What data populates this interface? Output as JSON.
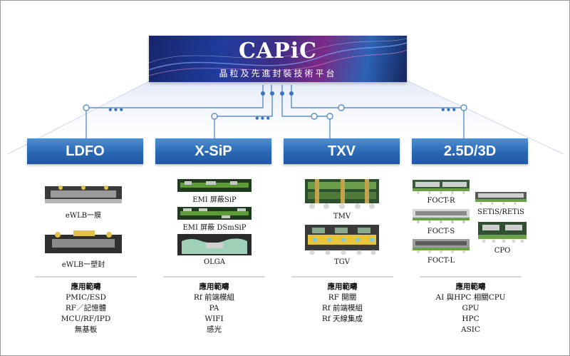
{
  "hero": {
    "title": "CAPiC",
    "subtitle": "晶粒及先進封裝技術平台"
  },
  "connector": {
    "dots": "•••"
  },
  "colors": {
    "category_blue": "#2a68b4",
    "hero_blue": "#1f3c9c",
    "wire": "#5a8fc8"
  },
  "categories": [
    {
      "label": "LDFO",
      "items": [
        "eWLB一膜",
        "eWLB一塑封"
      ],
      "apps_heading": "應用範疇",
      "apps": [
        "PMIC/ESD",
        "RF／記憶體",
        "MCU/RF/IPD",
        "無基板"
      ]
    },
    {
      "label": "X-SiP",
      "items": [
        "EMI 屏蔽SiP",
        "EMI 屏蔽 DSmSiP",
        "OLGA"
      ],
      "apps_heading": "應用範疇",
      "apps": [
        "Rf 前端模組",
        "PA",
        "WIFI",
        "感光"
      ]
    },
    {
      "label": "TXV",
      "items": [
        "TMV",
        "TGV"
      ],
      "apps_heading": "應用範疇",
      "apps": [
        "RF 開關",
        "Rf 前端模組",
        "Rf 天線集成"
      ]
    },
    {
      "label": "2.5D/3D",
      "items": [
        "FOCT-R",
        "FOCT-S",
        "FOCT-L",
        "SETiS/RETiS",
        "CPO"
      ],
      "apps_heading": "應用範疇",
      "apps": [
        "AI 與HPC 相關CPU",
        "GPU",
        "HPC",
        "ASIC"
      ]
    }
  ]
}
